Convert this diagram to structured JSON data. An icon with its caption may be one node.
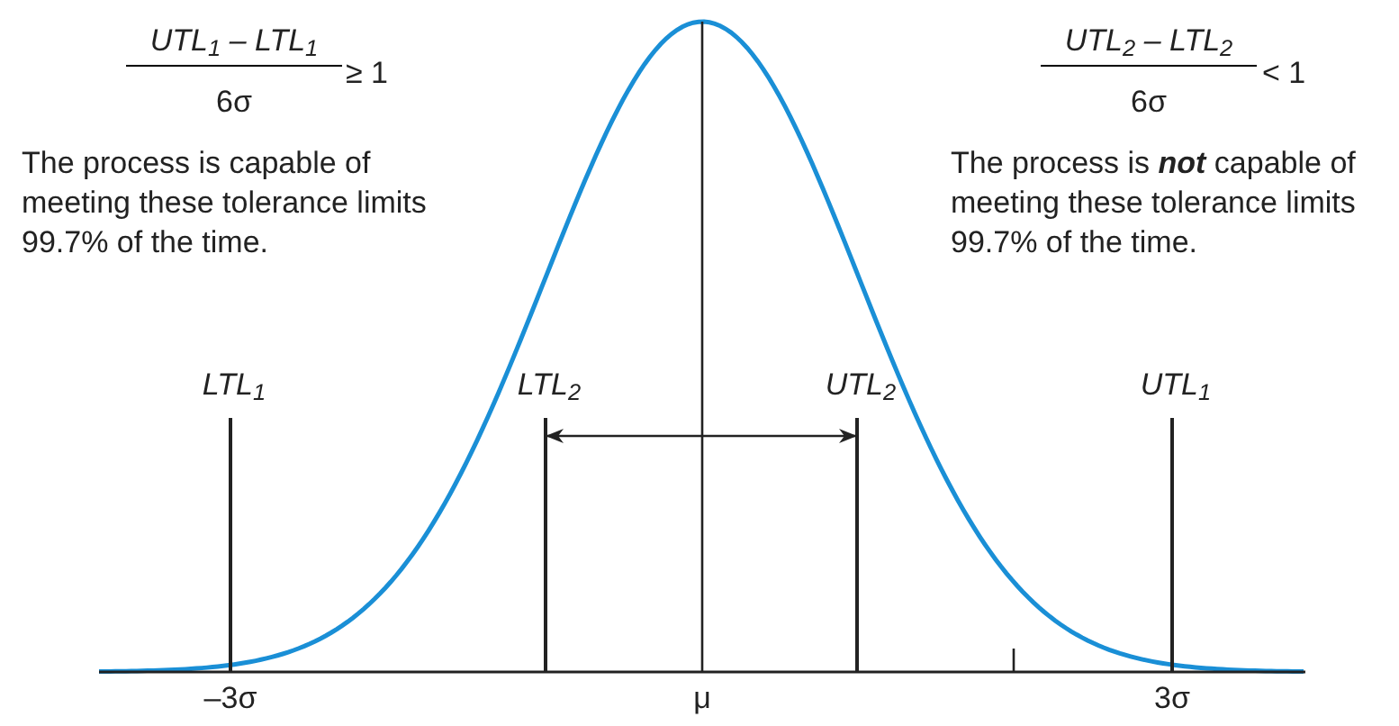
{
  "diagram": {
    "nodes": [
      {
        "text": [],
        "shape": "bar",
        "beside": [
          "LTL$_{1}$"
        ]
      },
      {
        "text": [],
        "shape": "bar",
        "beside": [
          "LTL$_{2}$"
        ]
      },
      {
        "text": [],
        "shape": "bar",
        "beside": [
          "UTL$_{2}$"
        ]
      },
      {
        "text": [],
        "shape": "bar",
        "beside": [
          "UTL$_{1}$"
        ]
      }
    ],
    "edges": [
      {
        "from": 1,
        "to": 2,
        "arrow": "both"
      }
    ],
    "labels": [
      "UTL$_{1}$ – LTL$_{1}$",
      "6σ",
      "≥ 1",
      "UTL$_{2}$ – LTL$_{2}$",
      "6σ",
      "< 1",
      "The process is capable of meeting these tolerance limits 99.7% of the time.",
      "The process is **not** capable of meeting these tolerance limits 99.7% of the time.",
      "–3σ",
      "μ",
      "3σ"
    ]
  }
}
